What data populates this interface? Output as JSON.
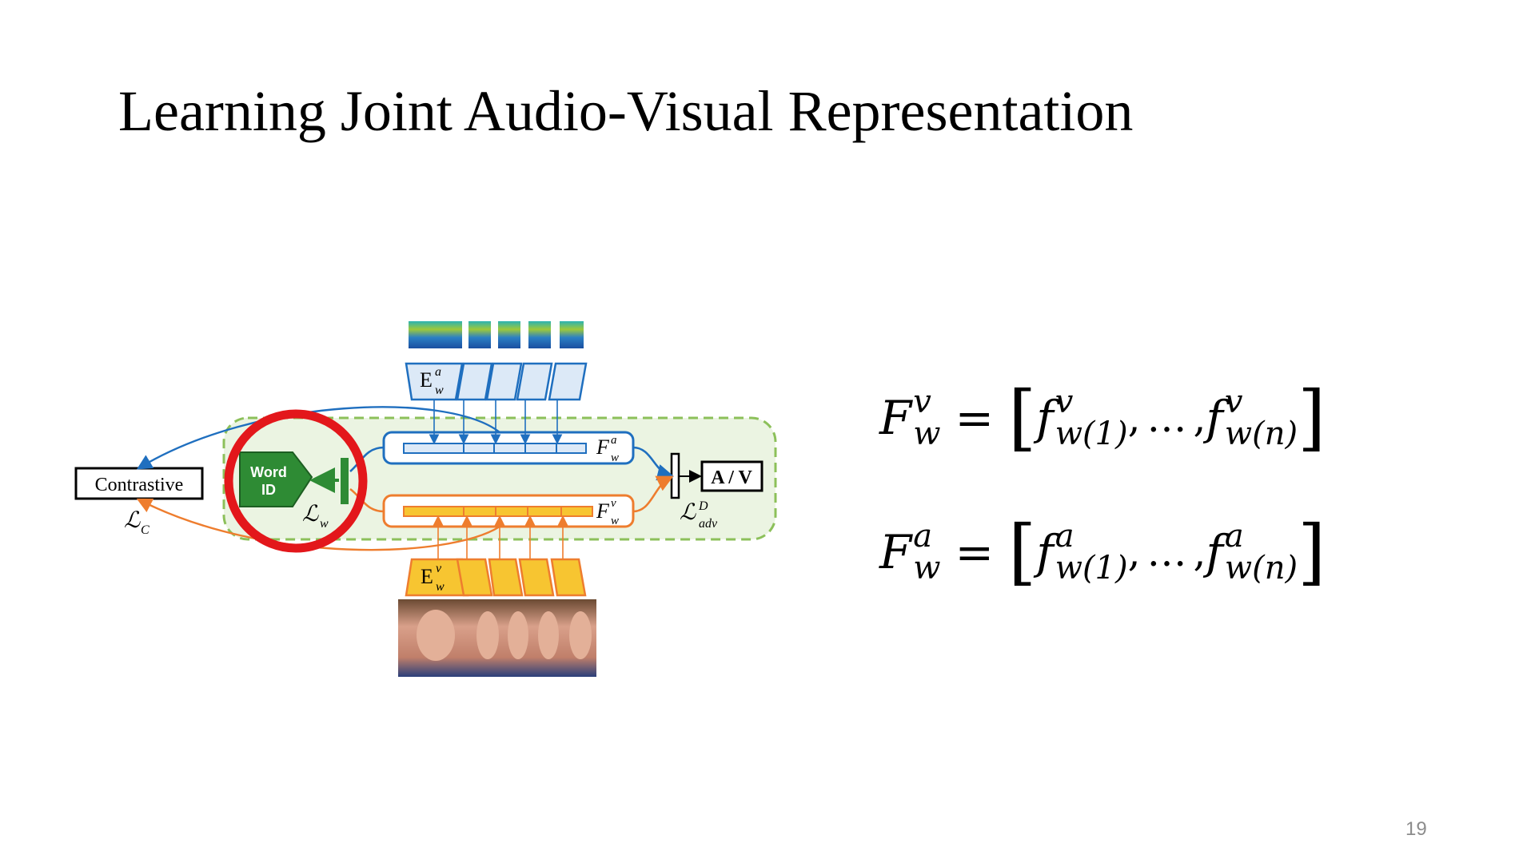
{
  "slide": {
    "title": "Learning Joint Audio-Visual Representation",
    "page_number": "19"
  },
  "diagram": {
    "contrastive_label": "Contrastive",
    "loss_c": "ℒ",
    "loss_c_sub": "C",
    "word_id_line1": "Word",
    "word_id_line2": "ID",
    "loss_w": "ℒ",
    "loss_w_sub": "w",
    "audio_encoder": "E",
    "audio_encoder_sup": "a",
    "audio_encoder_sub": "w",
    "visual_encoder": "E",
    "visual_encoder_sup": "v",
    "visual_encoder_sub": "w",
    "audio_feature": "F",
    "audio_feature_sup": "a",
    "audio_feature_sub": "w",
    "visual_feature": "F",
    "visual_feature_sup": "v",
    "visual_feature_sub": "w",
    "av_label": "A / V",
    "loss_adv": "ℒ",
    "loss_adv_sup": "D",
    "loss_adv_sub": "adv",
    "colors": {
      "audio": "#1f6fbf",
      "audio_fill": "#dce9f7",
      "visual": "#ee7d2e",
      "visual_fill": "#f7c531",
      "green": "#2e8b34",
      "panel": "#ebf4e2",
      "panel_border": "#8cc05a",
      "highlight": "#e3171b"
    }
  },
  "equations": {
    "eq1": {
      "lhs": "F",
      "lhs_sup": "v",
      "lhs_sub": "w",
      "equals": "=",
      "f": "f",
      "f_sup": "v",
      "first_sub": "w(1)",
      "ellipsis": "…",
      "last_sub": "w(n)"
    },
    "eq2": {
      "lhs": "F",
      "lhs_sup": "a",
      "lhs_sub": "w",
      "equals": "=",
      "f": "f",
      "f_sup": "a",
      "first_sub": "w(1)",
      "ellipsis": "…",
      "last_sub": "w(n)"
    }
  }
}
